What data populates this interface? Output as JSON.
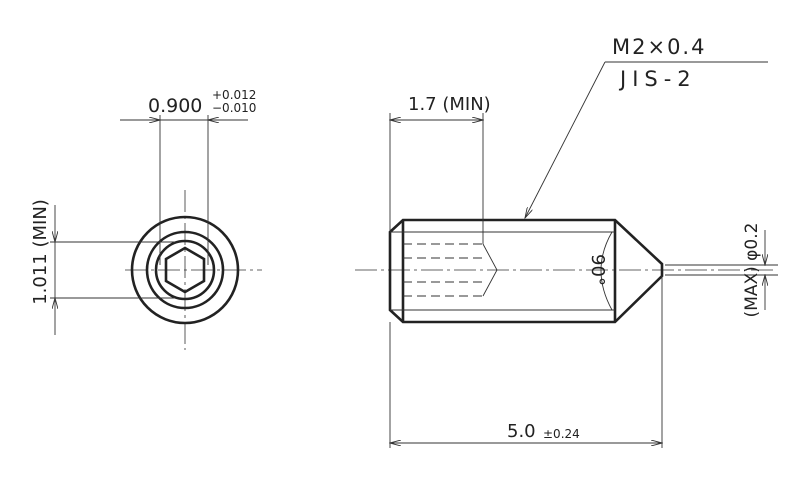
{
  "callout": {
    "thread": "M2×0.4",
    "standard": "JIS-2"
  },
  "end_view": {
    "hex_width_dim": "0.900",
    "hex_tol_upper": "+0.012",
    "hex_tol_lower": "−0.010",
    "hex_depth_dim": "1.011 (MIN)"
  },
  "side_view": {
    "socket_depth_dim": "1.7 (MIN)",
    "length_dim": "5.0",
    "length_tol": "±0.24",
    "cone_angle": "90°",
    "tip_dim": "(MAX) φ0.2"
  }
}
